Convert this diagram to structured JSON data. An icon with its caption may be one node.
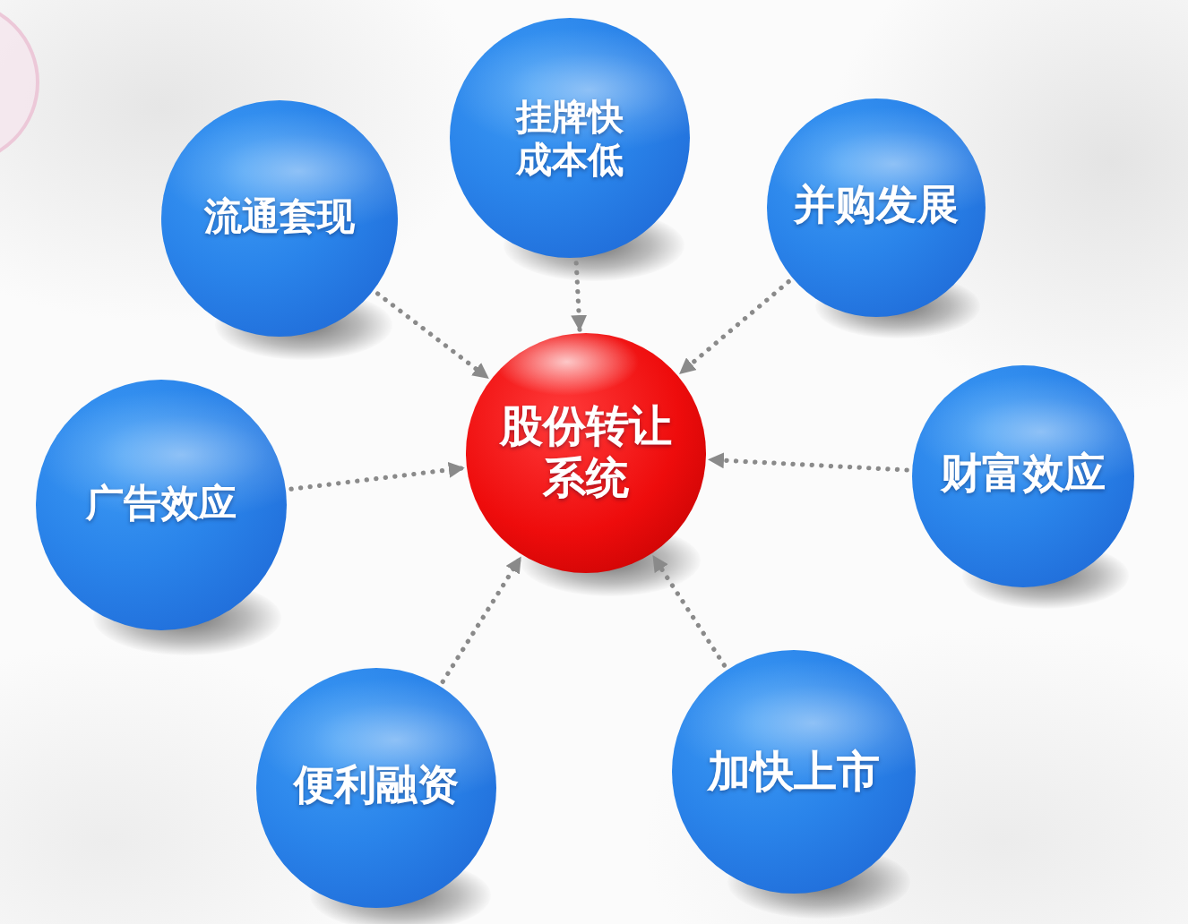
{
  "diagram": {
    "nodes": [
      {
        "text": [
          "挂牌快成本低"
        ]
      },
      {
        "text": [
          "流通套现"
        ]
      },
      {
        "text": [
          "并购发展"
        ]
      },
      {
        "text": [
          "广告效应"
        ]
      },
      {
        "text": [
          "股份转让系统"
        ]
      },
      {
        "text": [
          "财富效应"
        ]
      },
      {
        "text": [
          "便利融资"
        ]
      },
      {
        "text": [
          "加快上市"
        ]
      }
    ],
    "edges": [
      {
        "from": 0,
        "to": 4,
        "arrow": "to",
        "style": "dashed"
      },
      {
        "from": 1,
        "to": 4,
        "arrow": "to",
        "style": "dashed"
      },
      {
        "from": 2,
        "to": 4,
        "arrow": "to",
        "style": "dashed"
      },
      {
        "from": 3,
        "to": 4,
        "arrow": "to",
        "style": "dashed"
      },
      {
        "from": 5,
        "to": 4,
        "arrow": "to",
        "style": "dashed"
      },
      {
        "from": 6,
        "to": 4,
        "arrow": "to",
        "style": "dashed"
      },
      {
        "from": 7,
        "to": 4,
        "arrow": "to",
        "style": "dashed"
      }
    ]
  }
}
